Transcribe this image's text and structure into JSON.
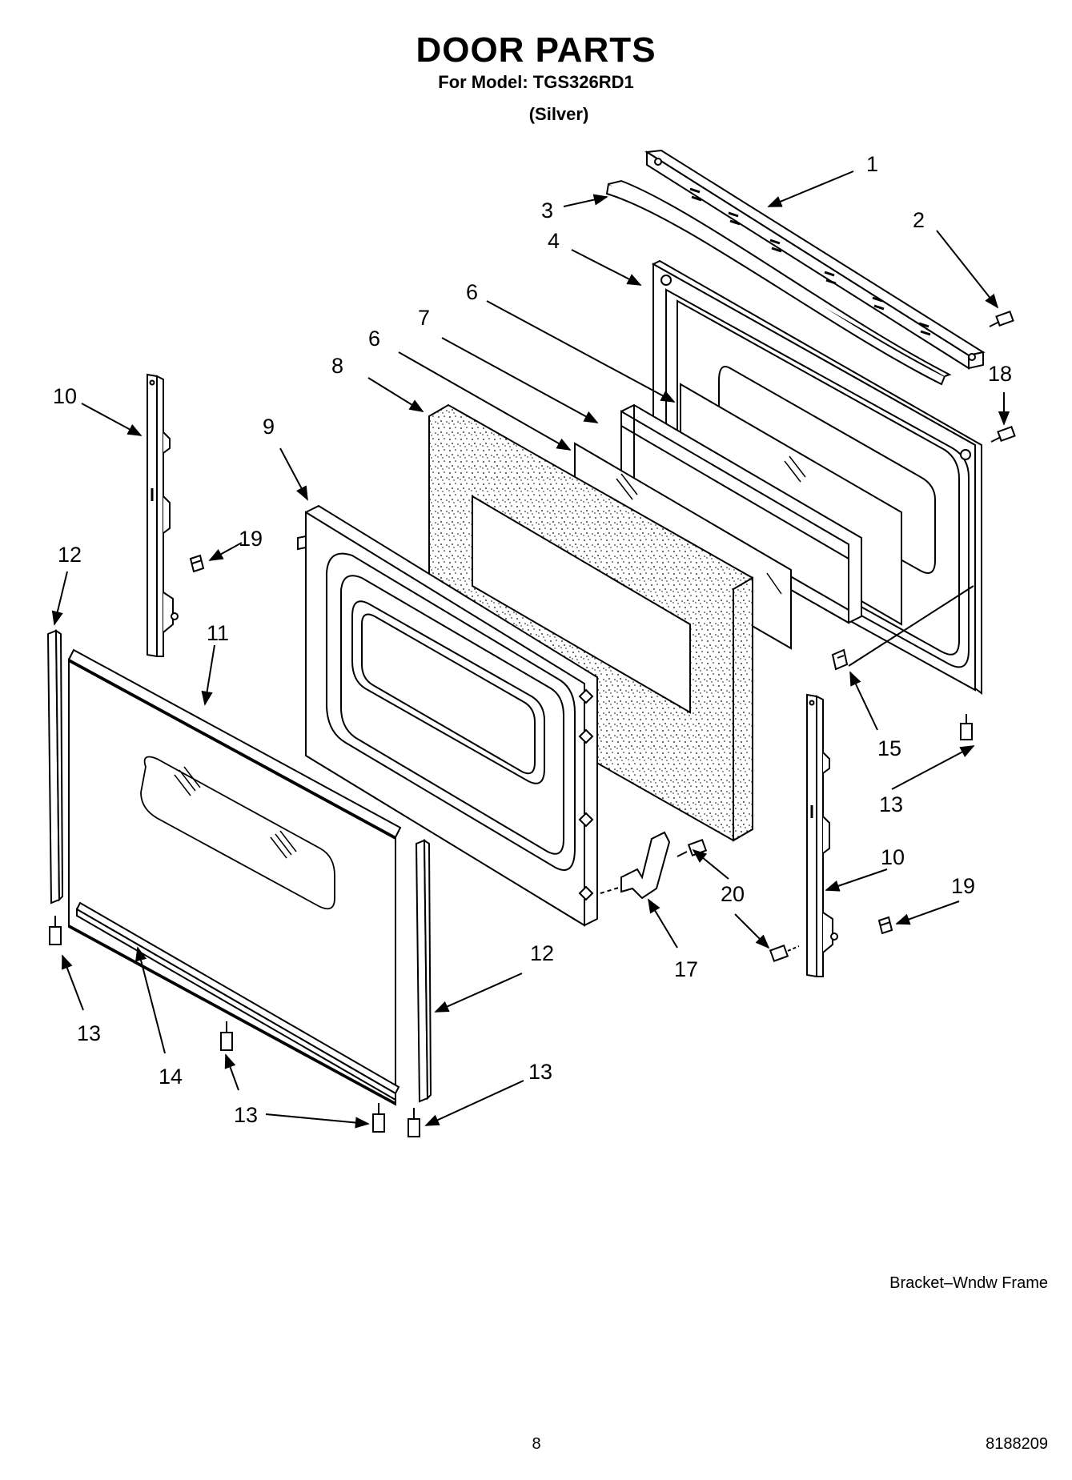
{
  "header": {
    "title": "DOOR PARTS",
    "model": "For Model: TGS326RD1",
    "variant": "(Silver)"
  },
  "callouts": [
    "1",
    "2",
    "3",
    "4",
    "6",
    "7",
    "6",
    "8",
    "9",
    "10",
    "18",
    "19",
    "12",
    "11",
    "15",
    "13",
    "10",
    "19",
    "20",
    "17",
    "12",
    "13",
    "14",
    "13",
    "13"
  ],
  "footer": {
    "note": "Bracket–Wndw Frame",
    "page": "8",
    "doc_number": "8188209"
  }
}
